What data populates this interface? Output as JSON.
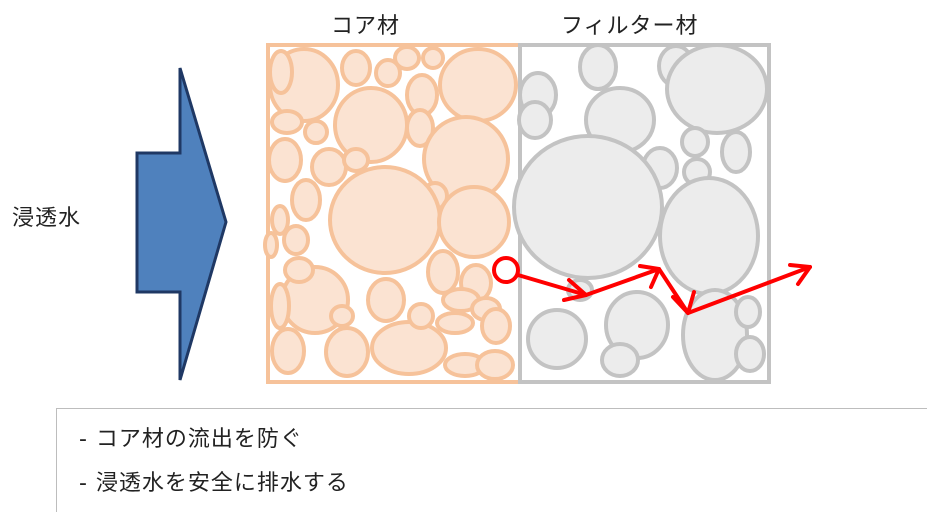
{
  "labels": {
    "core_material": "コア材",
    "filter_material": "フィルター材",
    "seepage_water": "浸透水"
  },
  "notes": [
    "- コア材の流出を防ぐ",
    "- 浸透水を安全に排水する"
  ],
  "colors": {
    "core_fill": "#fbe3d2",
    "core_stroke": "#f6c29a",
    "filter_fill": "#ececec",
    "filter_stroke": "#c3c3c3",
    "arrow_fill": "#4f81bd",
    "arrow_stroke": "#1f3864",
    "flow_path": "#ff0000"
  },
  "icons": {
    "seepage_arrow": "right-arrow-icon",
    "flow_path": "zigzag-arrow-icon"
  }
}
